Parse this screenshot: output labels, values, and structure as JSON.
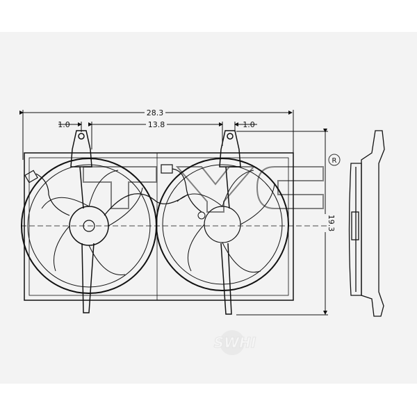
{
  "drawing": {
    "title": "Dual radiator cooling fan assembly",
    "dimensions": {
      "overall_width": "28.3",
      "left_offset": "1.0",
      "mount_spacing": "13.8",
      "right_offset": "1.0",
      "height": "19.3"
    },
    "registered_mark": "R",
    "watermark_brand": "TYC",
    "watermark_footer": "SWHI"
  }
}
